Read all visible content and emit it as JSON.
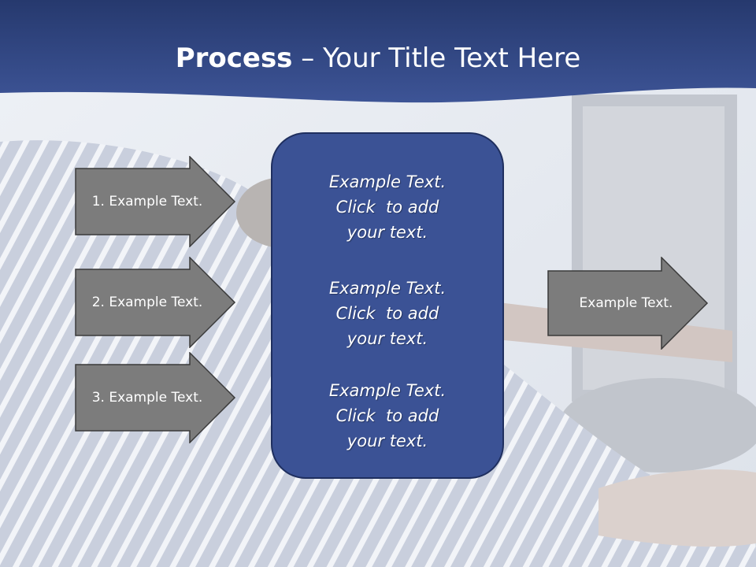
{
  "slide": {
    "title_bold": "Process",
    "title_rest": " – Your Title Text Here",
    "left_arrows": [
      {
        "label": "1. Example Text."
      },
      {
        "label": "2. Example Text."
      },
      {
        "label": "3. Example Text."
      }
    ],
    "center_blocks": [
      {
        "lines": [
          "Example Text.",
          "Click  to add",
          "your text."
        ]
      },
      {
        "lines": [
          "Example Text.",
          "Click  to add",
          "your text."
        ]
      },
      {
        "lines": [
          "Example Text.",
          "Click  to add",
          "your text."
        ]
      }
    ],
    "right_arrow": {
      "label": "Example Text."
    }
  },
  "colors": {
    "header_dark": "#26396e",
    "header_light": "#3d5496",
    "arrow_fill": "#7c7c7c",
    "arrow_stroke": "#3a3a3a",
    "center_fill": "#3b5295",
    "center_stroke": "#1f2f5f"
  }
}
